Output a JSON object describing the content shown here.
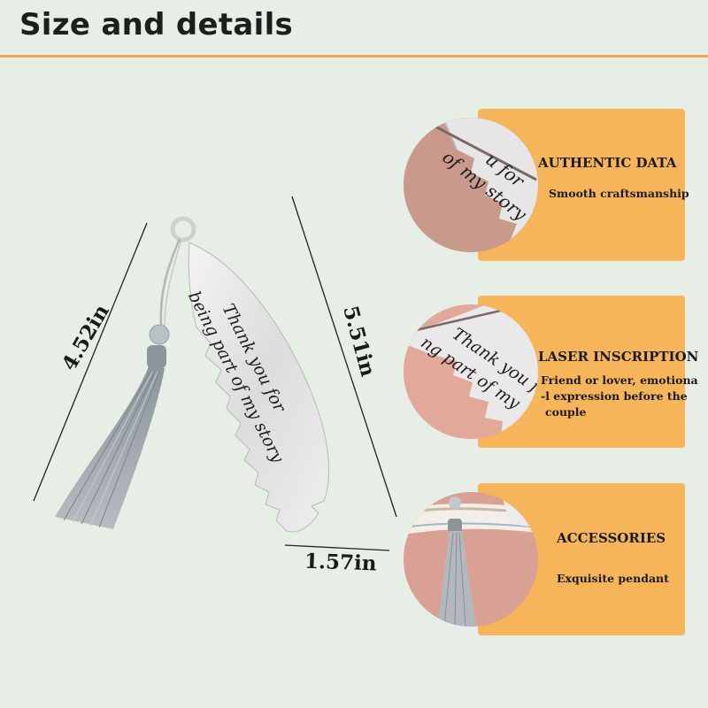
{
  "header": {
    "title": "Size and details"
  },
  "dimensions": {
    "width": "4.52in",
    "height": "5.51in",
    "depth": "1.57in"
  },
  "bookmark": {
    "engraving_line1": "Thank you for",
    "engraving_line2": "being part of my story"
  },
  "features": [
    {
      "title": "AUTHENTIC DATA",
      "desc_lines": [
        "Smooth craftsmanship"
      ]
    },
    {
      "title": "LASER INSCRIPTION",
      "desc_lines": [
        "Friend or lover, emotiona",
        "-l expression before the",
        "couple"
      ]
    },
    {
      "title": "ACCESSORIES",
      "desc_lines": [
        "Exquisite pendant"
      ]
    }
  ],
  "detail_engravings": {
    "detail1_line1": "u for",
    "detail1_line2": "of my story",
    "detail2_line1": "Thank you for",
    "detail2_line2": "ng part of my"
  },
  "colors": {
    "accent": "#f0a84a",
    "card": "#f6b558",
    "background": "#e6eee6",
    "tassel": "#9aa0a6"
  }
}
